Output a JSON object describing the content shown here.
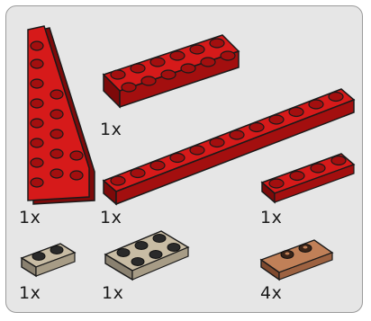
{
  "parts_list": {
    "colors": {
      "red": "#d61a1a",
      "red_dark": "#7d0a0a",
      "tan": "#c8bca4",
      "tan_dark": "#6f6757",
      "brown": "#c08058",
      "brown_dark": "#6c4029",
      "outline": "#1a1a1a"
    },
    "items": [
      {
        "part": "wedge-plate",
        "color": "red",
        "quantity": "1x"
      },
      {
        "part": "plate-2x6",
        "color": "red",
        "quantity": "1x"
      },
      {
        "part": "plate-1x12",
        "color": "red",
        "quantity": "1x"
      },
      {
        "part": "plate-1x4",
        "color": "red",
        "quantity": "1x"
      },
      {
        "part": "plate-1x2",
        "color": "tan",
        "quantity": "1x"
      },
      {
        "part": "plate-2x3",
        "color": "tan",
        "quantity": "1x"
      },
      {
        "part": "jumper-plate-1x2",
        "color": "brown",
        "quantity": "4x"
      }
    ]
  }
}
